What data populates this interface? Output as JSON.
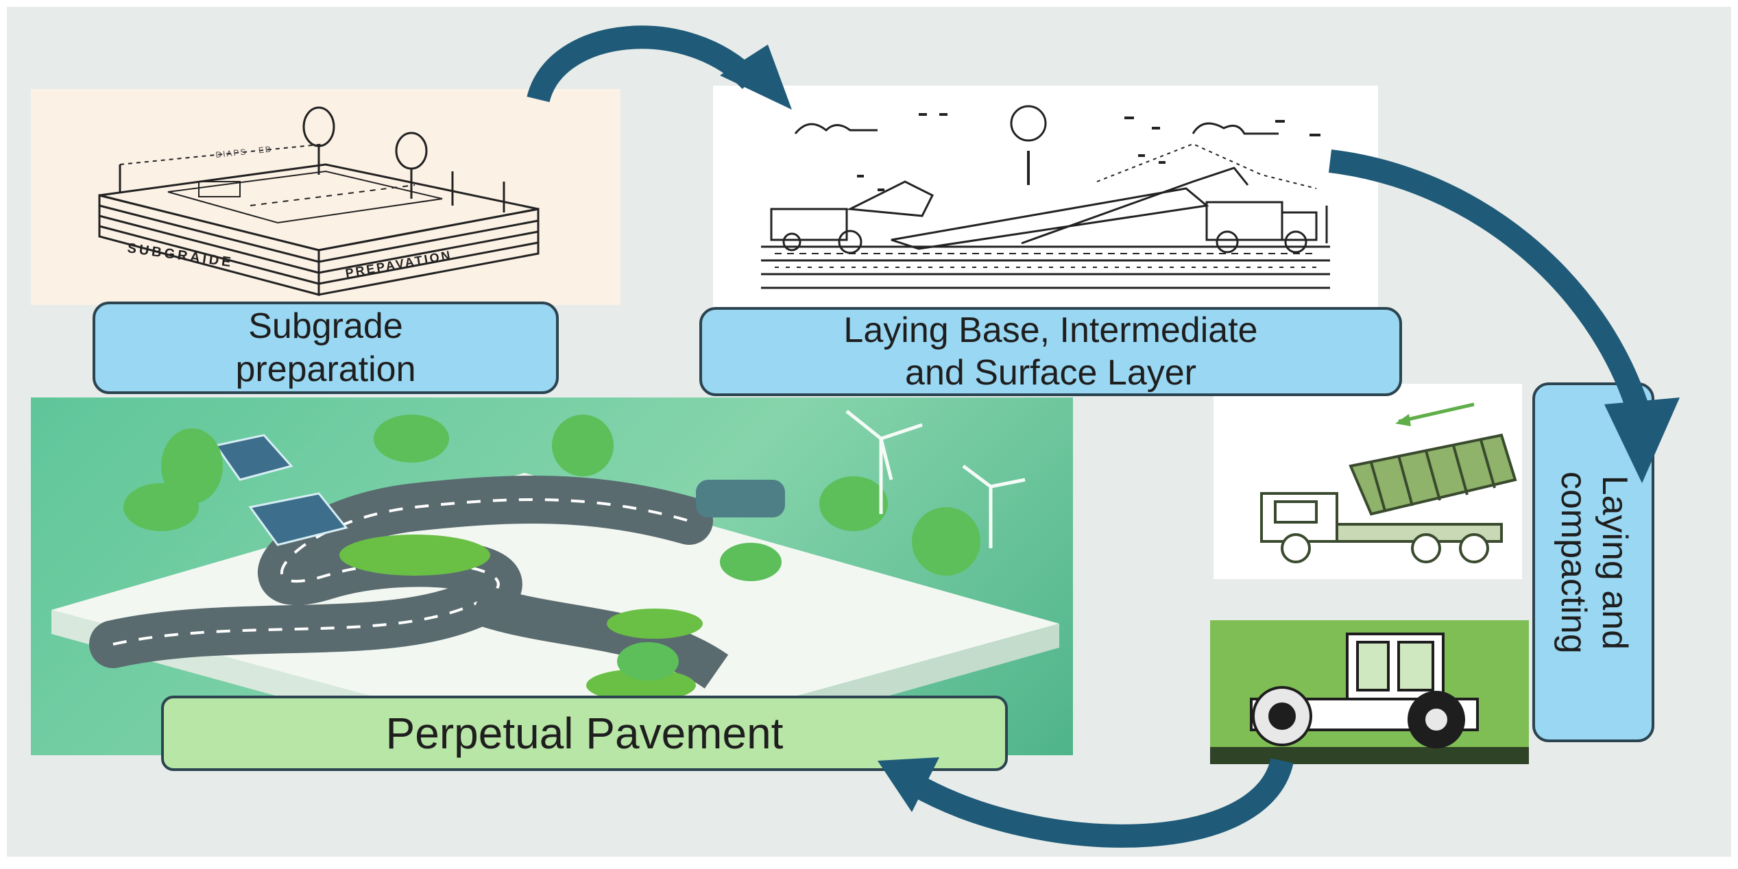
{
  "diagram": {
    "steps": {
      "subgrade": {
        "label_line1": "Subgrade",
        "label_line2": "preparation",
        "illustration_line1": "SUBGRAIDE",
        "illustration_line2": "PREPAVATION",
        "illustration_line3": "DIAPS · EB"
      },
      "laying_layers": {
        "label_line1": "Laying Base, Intermediate",
        "label_line2": "and Surface Layer"
      },
      "laying_compacting": {
        "label_line1": "Laying and",
        "label_line2": "compacting"
      },
      "perpetual": {
        "label": "Perpetual Pavement"
      }
    },
    "colors": {
      "arrow": "#1f5a78",
      "label_blue": "#9ad7f2",
      "label_green": "#b8e6a6",
      "border": "#2b4450",
      "background": "#e7ecea"
    },
    "icons": [
      "subgrade-sketch-icon",
      "paving-machine-sketch-icon",
      "dump-truck-icon",
      "road-roller-icon",
      "city-road-illustration"
    ]
  }
}
